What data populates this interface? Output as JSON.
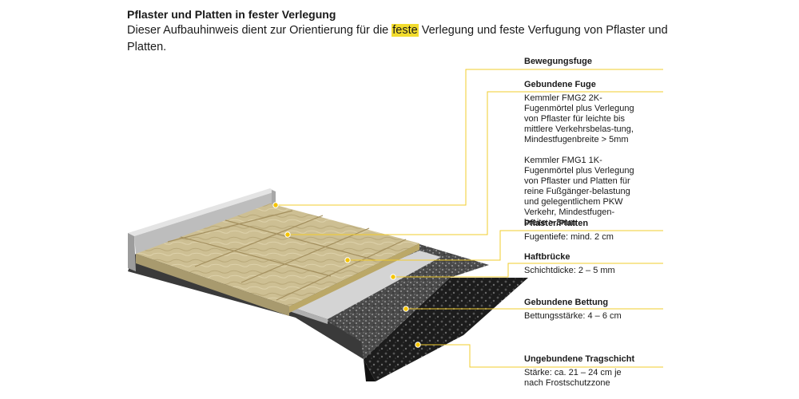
{
  "header": {
    "title": "Pflaster und Platten in fester Verlegung",
    "subtitle_before": "Dieser Aufbauhinweis dient zur Orientierung für die ",
    "subtitle_highlight": "feste",
    "subtitle_after": " Verlegung und feste Verfugung von Pflaster und Platten."
  },
  "colors": {
    "highlight": "#f2dc2e",
    "leader": "#f2cc2e",
    "marker": "#f5c400"
  },
  "layers": [
    {
      "heading": "Bewegungsfuge",
      "desc": []
    },
    {
      "heading": "Gebundene Fuge",
      "desc": [
        "Kemmler FMG2 2K-Fugenmörtel plus Verlegung von Pflaster für leichte bis mittlere Verkehrsbelas-tung, Mindestfugenbreite > 5mm",
        "Kemmler FMG1 1K-Fugenmörtel plus Verlegung von Pflaster und Platten für reine Fußgänger-belastung und gelegentlichem PKW Verkehr, Mindestfugen-breite > 3mm"
      ]
    },
    {
      "heading": "Pflaster/Platten",
      "desc": [
        "Fugentiefe: mind. 2 cm"
      ]
    },
    {
      "heading": "Haftbrücke",
      "desc": [
        "Schichtdicke: 2 – 5 mm"
      ]
    },
    {
      "heading": "Gebundene Bettung",
      "desc": [
        "Bettungsstärke: 4 – 6 cm"
      ]
    },
    {
      "heading": "Ungebundene Tragschicht",
      "desc": [
        "Stärke: ca. 21 – 24 cm je nach Frostschutzzone"
      ]
    }
  ]
}
